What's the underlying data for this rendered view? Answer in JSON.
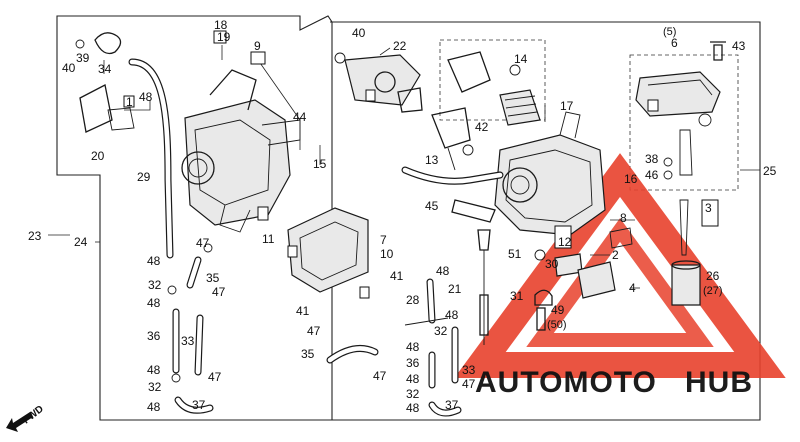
{
  "diagram": {
    "title": "",
    "direction_label": "FWD",
    "callouts": [
      "1",
      "2",
      "3",
      "4",
      "5",
      "6",
      "7",
      "8",
      "9",
      "10",
      "11",
      "12",
      "13",
      "14",
      "15",
      "16",
      "17",
      "18",
      "19",
      "20",
      "21",
      "22",
      "23",
      "24",
      "25",
      "26",
      "27",
      "28",
      "29",
      "30",
      "31",
      "32",
      "33",
      "34",
      "35",
      "36",
      "37",
      "38",
      "39",
      "40",
      "41",
      "42",
      "43",
      "44",
      "45",
      "46",
      "47",
      "48",
      "49",
      "50",
      "51"
    ],
    "paren_callouts": [
      "(5)",
      "(27)",
      "(50)"
    ]
  },
  "watermark": {
    "part1": "AUTOMOTO",
    "part2": "HUB",
    "color_primary": "#e8412c",
    "color_secondary": "#f0b54a",
    "color_text2": "#7a7a7a"
  }
}
